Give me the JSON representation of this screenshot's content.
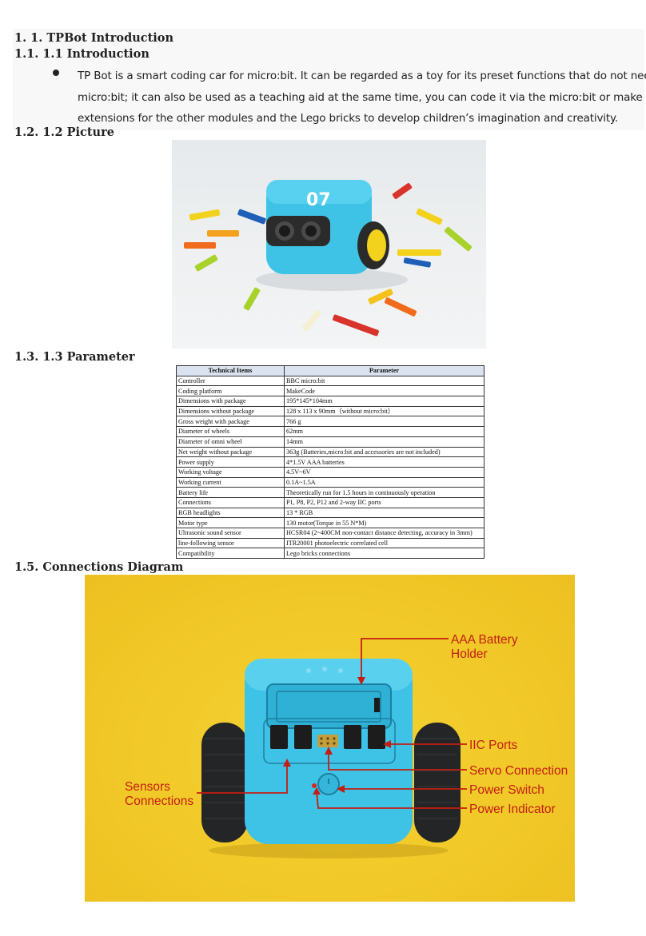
{
  "headings": {
    "h1": "1. 1. TPBot Introduction",
    "h11": "1.1. 1.1 Introduction",
    "h12": "1.2. 1.2 Picture",
    "h13": "1.3. 1.3 Parameter",
    "h15": "1.5. Connections Diagram"
  },
  "intro": {
    "lines": [
      "TP Bot is a smart coding car for micro:bit. It can be regarded as a toy for its preset functions that do not need a",
      "micro:bit; it can also be used as a teaching aid at the same time, you can code it via the micro:bit or make",
      "extensions for the other modules and the Lego bricks to develop children’s imagination and creativity."
    ]
  },
  "picture": {
    "robot_label": "07"
  },
  "params": {
    "headers": [
      "Technical Items",
      "Parameter"
    ],
    "rows": [
      [
        "Controller",
        "BBC micro:bit"
      ],
      [
        "Coding platform",
        "MakeCode"
      ],
      [
        "Dimensions with package",
        "195*145*104mm"
      ],
      [
        "Dimensions without package",
        "128 x 113 x 90mm（without micro:bit）"
      ],
      [
        "Gross weight with package",
        "766 g"
      ],
      [
        "Diameter of wheels",
        "62mm"
      ],
      [
        "Diameter of omni wheel",
        "14mm"
      ],
      [
        "Net weight  without package",
        "363g (Batteries,micro:bit and accessories are not included)"
      ],
      [
        "Power supply",
        "4*1.5V AAA batteries"
      ],
      [
        "Working voltage",
        "4.5V~6V"
      ],
      [
        "Working current",
        "0.1A~1.5A"
      ],
      [
        "Battery life",
        "Theoretically run for 1.5 hours in continuously operation"
      ],
      [
        "Connections",
        "P1, P8, P2, P12 and 2-way IIC ports"
      ],
      [
        "RGB headlights",
        "13 * RGB"
      ],
      [
        "Motor type",
        "130 motor(Torque in 55 N*M)"
      ],
      [
        "Ultrasonic sound sensor",
        " HCSR04 (2~400CM non-contact distance detecting, accuracy in 3mm)"
      ],
      [
        "line-following sensor",
        " ITR20001 photoelectric correlated cell"
      ],
      [
        "Compatibility",
        " Lego bricks connections"
      ]
    ]
  },
  "diagram": {
    "labels": {
      "battery_line1": "AAA Battery",
      "battery_line2": "Holder",
      "iic": "IIC Ports",
      "servo": "Servo Connection",
      "power_switch": "Power Switch",
      "power_indicator": "Power Indicator",
      "sensors_line1": "Sensors",
      "sensors_line2": "Connections"
    },
    "colors": {
      "background": "#f1c928",
      "robot_body": "#3ec3e6",
      "callout": "#c41e12"
    }
  }
}
